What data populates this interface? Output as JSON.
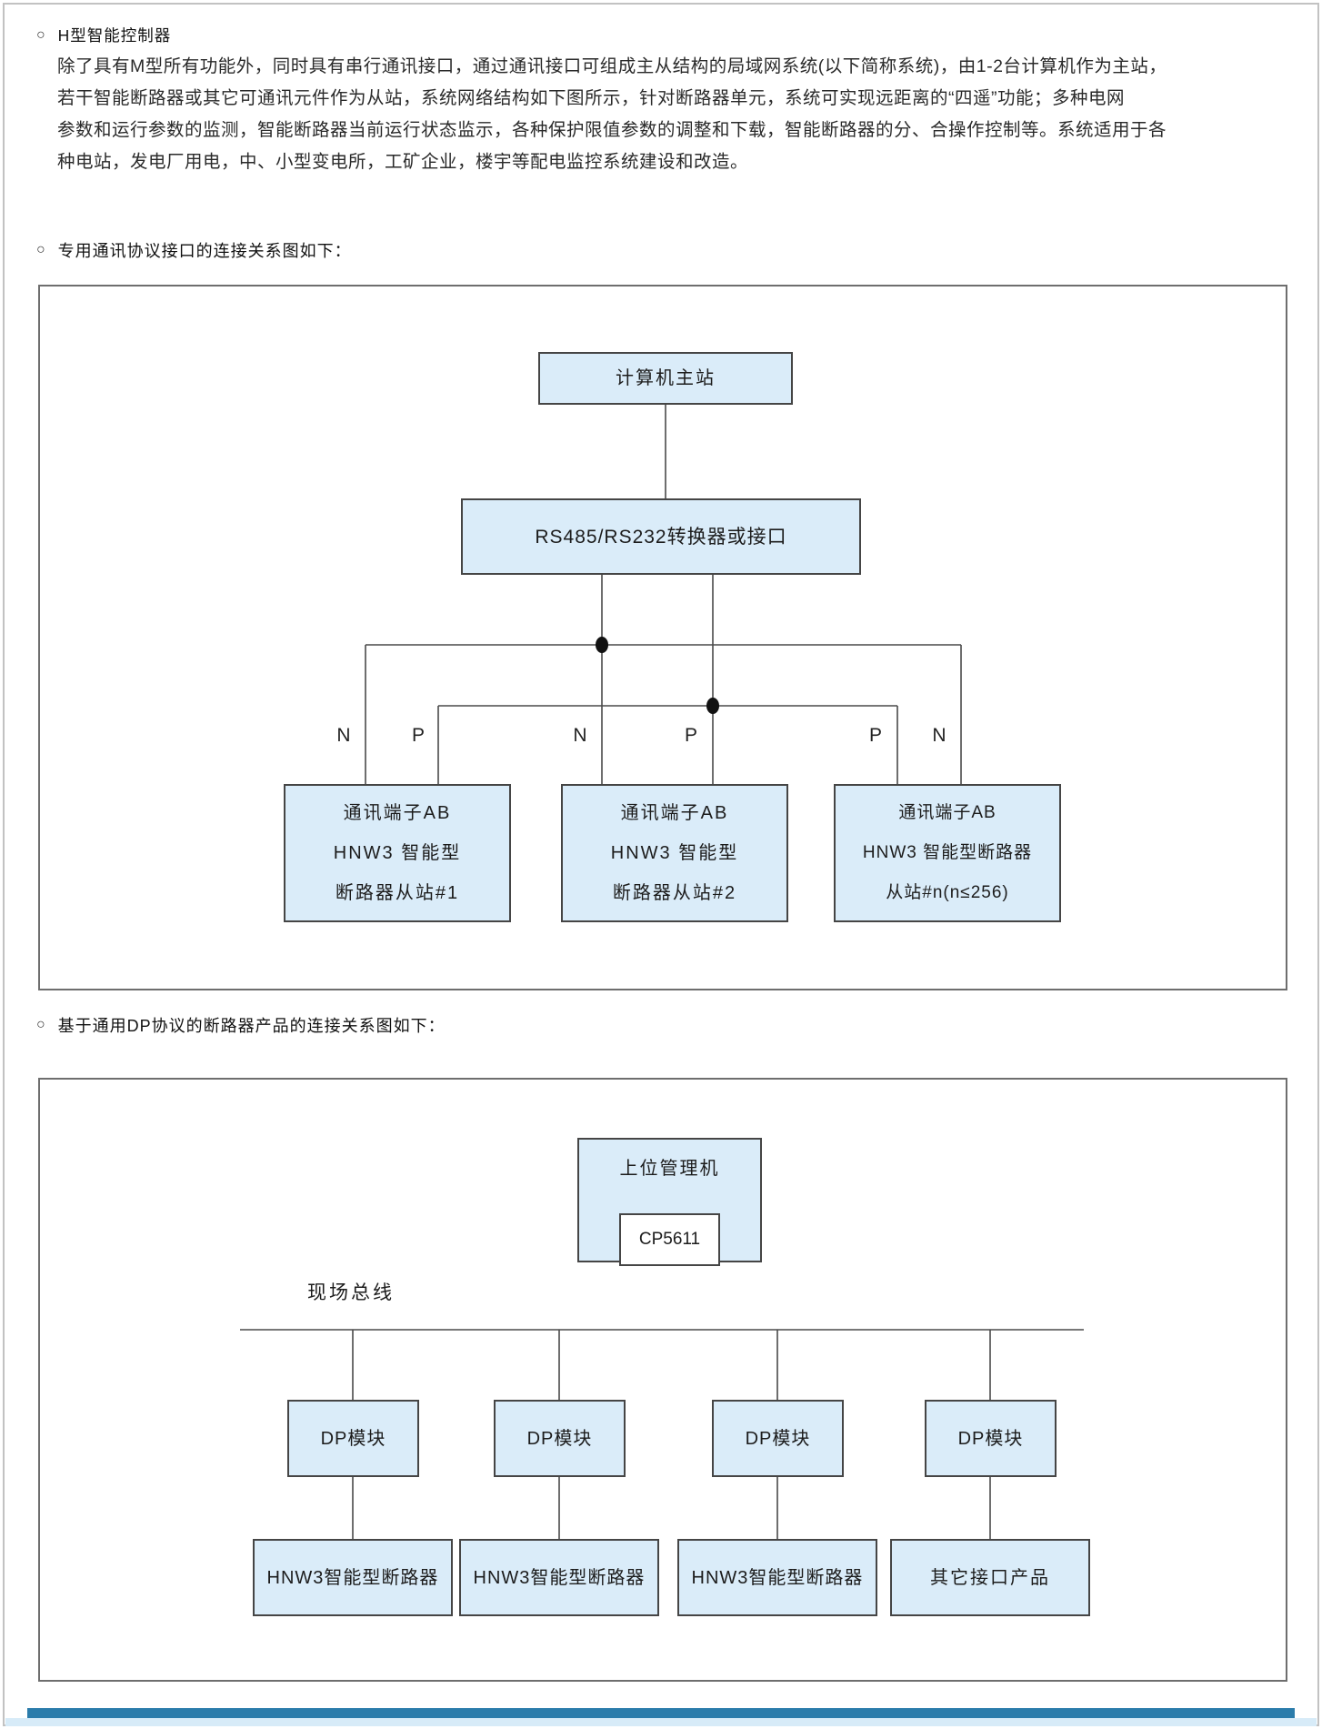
{
  "document": {
    "sections": [
      {
        "bullet": "○",
        "title": "H型智能控制器"
      },
      {
        "bullet": "○",
        "title": "专用通讯协议接口的连接关系图如下："
      },
      {
        "bullet": "○",
        "title": "基于通用DP协议的断路器产品的连接关系图如下："
      }
    ],
    "intro_lines": [
      "除了具有M型所有功能外，同时具有串行通讯接口，通过通讯接口可组成主从结构的局域网系统(以下简称系统)，由1-2台计算机作为主站，",
      "若干智能断路器或其它可通讯元件作为从站，系统网络结构如下图所示，针对断路器单元，系统可实现远距离的“四遥”功能；多种电网",
      "参数和运行参数的监测，智能断路器当前运行状态监示，各种保护限值参数的调整和下载，智能断路器的分、合操作控制等。系统适用于各",
      "种电站，发电厂用电，中、小型变电所，工矿企业，楼宇等配电监控系统建设和改造。"
    ]
  },
  "diagram1": {
    "master_station": "计算机主站",
    "converter": "RS485/RS232转换器或接口",
    "terminals": {
      "t1": "N",
      "t2": "P",
      "t3": "N",
      "t4": "P",
      "t5": "P",
      "t6": "N"
    },
    "slaves": [
      {
        "l1": "通讯端子AB",
        "l2": "HNW3 智能型",
        "l3": "断路器从站#1"
      },
      {
        "l1": "通讯端子AB",
        "l2": "HNW3 智能型",
        "l3": "断路器从站#2"
      },
      {
        "l1": "通讯端子AB",
        "l2": "HNW3 智能型断路器",
        "l3": "从站#n(n≤256)"
      }
    ]
  },
  "diagram2": {
    "host": "上位管理机",
    "card": "CP5611",
    "bus_label": "现场总线",
    "modules": [
      "DP模块",
      "DP模块",
      "DP模块",
      "DP模块"
    ],
    "devices": [
      "HNW3智能型断路器",
      "HNW3智能型断路器",
      "HNW3智能型断路器",
      "其它接口产品"
    ]
  },
  "colors": {
    "node_fill": "#daecf9",
    "node_border": "#454545",
    "line": "#4a4a4a",
    "footer_bar": "#2b7cab",
    "footer_band": "#d7ebf8"
  }
}
